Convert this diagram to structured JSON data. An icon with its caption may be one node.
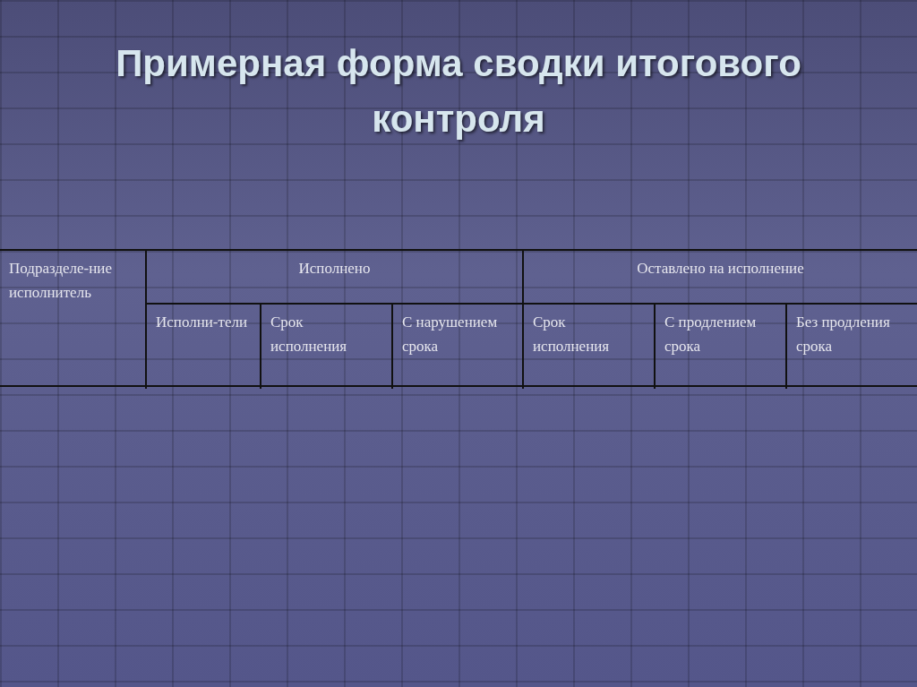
{
  "diagram": {
    "title": "Примерная форма сводки итогового контроля",
    "labels": [
      "Подразделе-ние исполнитель",
      "Исполнено",
      "Оставлено на исполнение",
      "Исполни-тели",
      "Срок исполнения",
      "С нарушением срока",
      "Срок исполнения",
      "С продлением срока",
      "Без продления срока"
    ]
  }
}
